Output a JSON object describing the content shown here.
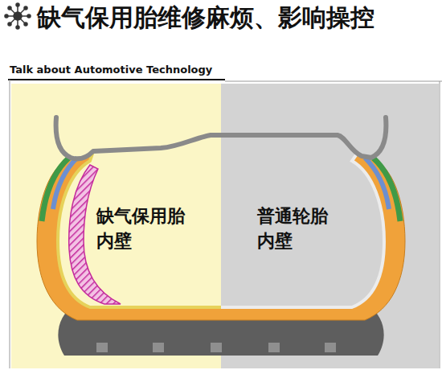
{
  "diagram": {
    "title": "缺气保用胎维修麻烦、影响操控",
    "nodes": [
      {
        "text": [
          "缺气保用胎 内壁"
        ]
      },
      {
        "text": [
          "普通轮胎 内壁"
        ]
      }
    ],
    "labels": [
      "Talk about Automotive Technology"
    ]
  }
}
